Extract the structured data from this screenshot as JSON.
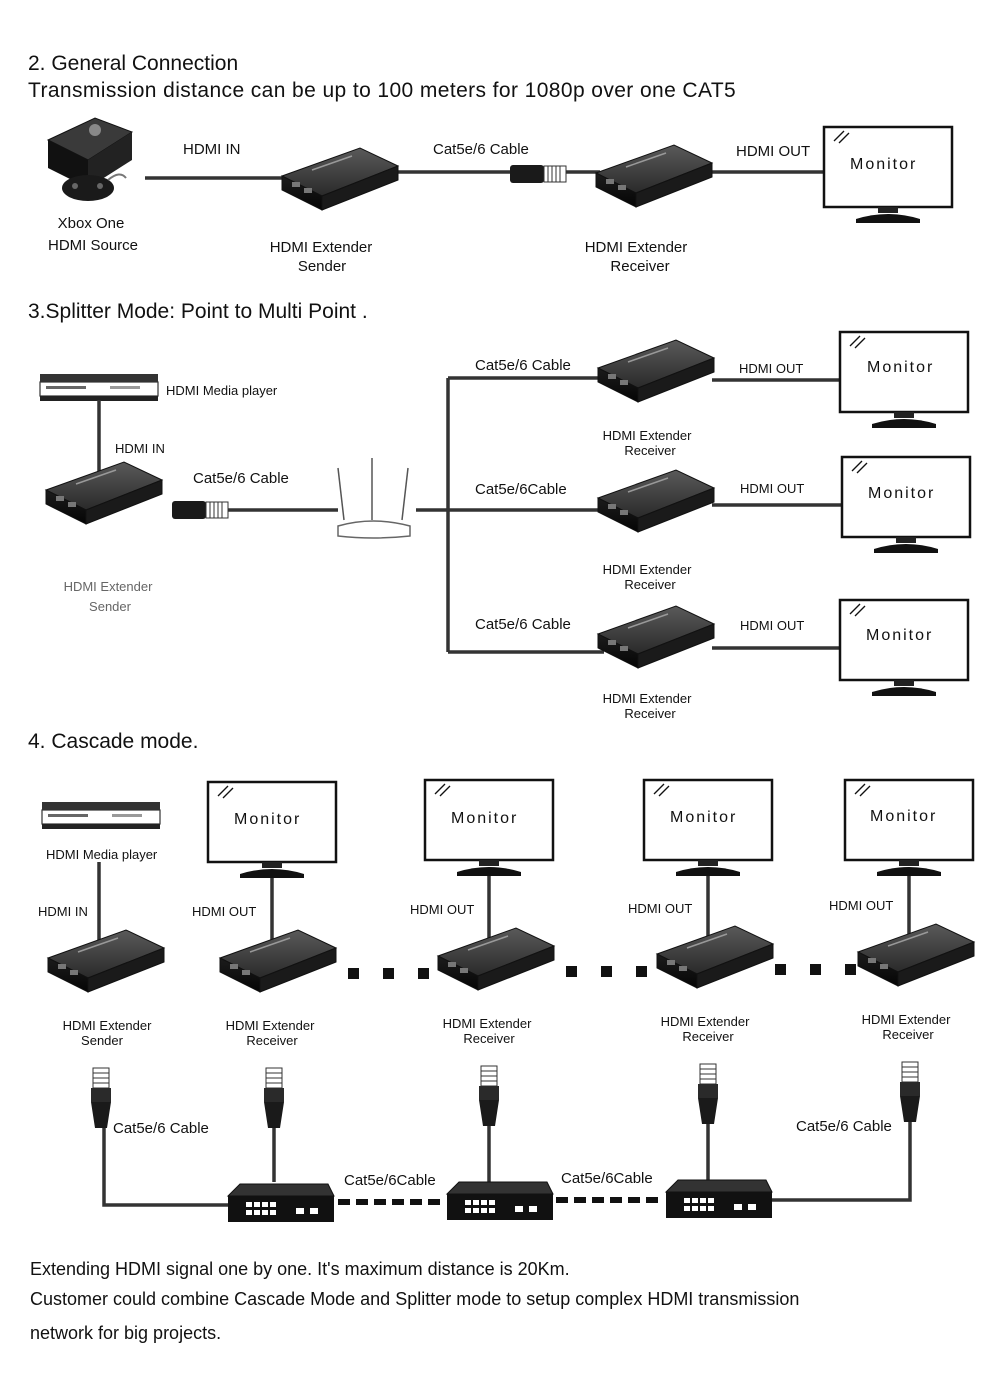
{
  "section2": {
    "heading": "2. General Connection",
    "subheading": "Transmission distance can be up to 100 meters for 1080p over one CAT5",
    "source_name": "Xbox One",
    "source_type": "HDMI Source",
    "hdmi_in": "HDMI IN",
    "cable": "Cat5e/6 Cable",
    "hdmi_out": "HDMI OUT",
    "monitor": "Monitor",
    "sender_l1": "HDMI Extender",
    "sender_l2": "Sender",
    "receiver_l1": "HDMI Extender",
    "receiver_l2": "Receiver"
  },
  "section3": {
    "heading": "3.Splitter Mode:  Point to Multi Point .",
    "media_player": "HDMI Media player",
    "hdmi_in": "HDMI IN",
    "cable": "Cat5e/6 Cable",
    "sender_l1": "HDMI Extender",
    "sender_l2": "Sender",
    "branches": [
      {
        "cable": "Cat5e/6 Cable",
        "hdmi_out": "HDMI OUT",
        "monitor": "Monitor",
        "rx_l1": "HDMI Extender",
        "rx_l2": "Receiver"
      },
      {
        "cable": "Cat5e/6Cable",
        "hdmi_out": "HDMI OUT",
        "monitor": "Monitor",
        "rx_l1": "HDMI Extender",
        "rx_l2": "Receiver"
      },
      {
        "cable": "Cat5e/6 Cable",
        "hdmi_out": "HDMI OUT",
        "monitor": "Monitor",
        "rx_l1": "HDMI Extender",
        "rx_l2": "Receiver"
      }
    ]
  },
  "section4": {
    "heading": "4.  Cascade mode.",
    "media_player": "HDMI Media player",
    "hdmi_in": "HDMI IN",
    "sender_l1": "HDMI Extender",
    "sender_l2": "Sender",
    "units": [
      {
        "monitor": "Monitor",
        "hdmi_out": "HDMI OUT",
        "rx_l1": "HDMI Extender",
        "rx_l2": "Receiver"
      },
      {
        "monitor": "Monitor",
        "hdmi_out": "HDMI OUT",
        "rx_l1": "HDMI Extender",
        "rx_l2": "Receiver"
      },
      {
        "monitor": "Monitor",
        "hdmi_out": "HDMI OUT",
        "rx_l1": "HDMI Extender",
        "rx_l2": "Receiver"
      },
      {
        "monitor": "Monitor",
        "hdmi_out": "HDMI OUT",
        "rx_l1": "HDMI Extender",
        "rx_l2": "Receiver"
      }
    ],
    "cable_left": "Cat5e/6 Cable",
    "cable_right": "Cat5e/6 Cable",
    "switch_cable_1": "Cat5e/6Cable",
    "switch_cable_2": "Cat5e/6Cable"
  },
  "footer": {
    "line1": "Extending HDMI signal one by one. It's maximum distance is 20Km.",
    "line2": "Customer could combine Cascade Mode and Splitter mode to setup complex HDMI transmission",
    "line3": "network for big projects."
  }
}
